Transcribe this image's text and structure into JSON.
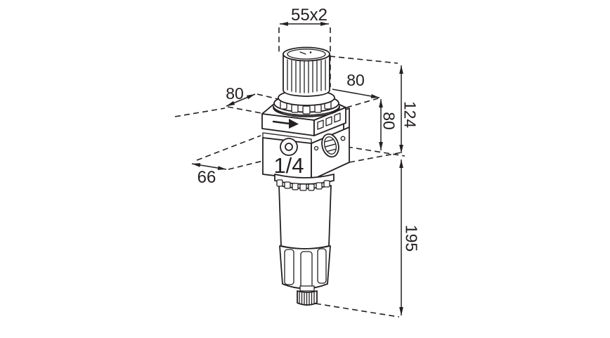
{
  "drawing": {
    "type": "isometric-dimension-drawing",
    "subject": "pneumatic filter-regulator unit",
    "background_color": "#ffffff",
    "line_color": "#242021",
    "labels": {
      "knob_dim": "55x2",
      "depth_left": "80",
      "depth_right": "80",
      "body_height": "80",
      "regulator_height": "124",
      "body_depth": "66",
      "overall_lower_height": "195",
      "port_size": "1/4"
    }
  }
}
